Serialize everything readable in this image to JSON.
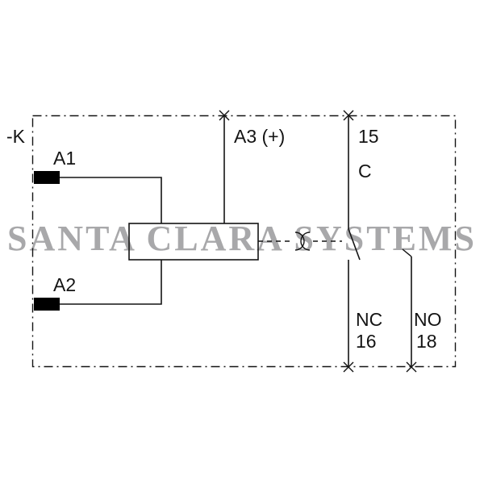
{
  "watermark": "SANTA CLARA SYSTEMS",
  "diagram": {
    "device_label": "-K",
    "terminals": {
      "a1": "A1",
      "a2": "A2",
      "a3": "A3 (+)",
      "t15": "15",
      "common": "C",
      "nc_label": "NC",
      "nc_num": "16",
      "no_label": "NO",
      "no_num": "18"
    },
    "colors": {
      "line": "#141414",
      "watermark": "#a8a8aa",
      "background": "#ffffff"
    }
  }
}
